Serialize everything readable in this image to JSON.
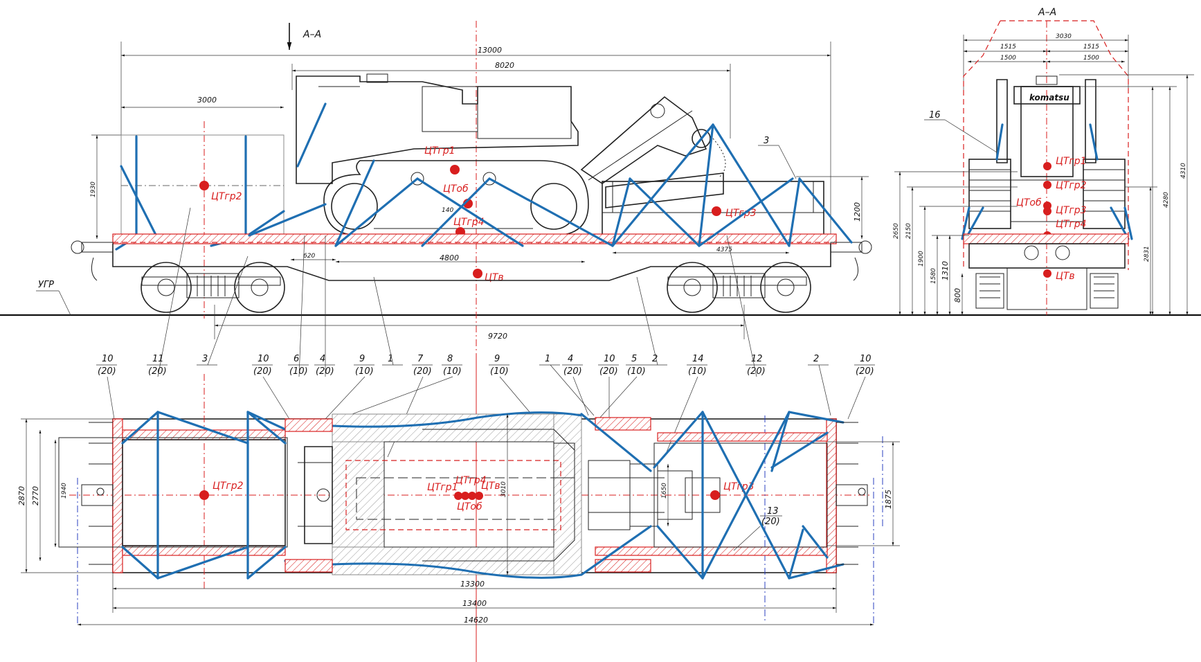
{
  "view_title": "А–А",
  "section_title": "А–А",
  "ground_label": "УГР",
  "brand": "komatsu",
  "centers_of_gravity": {
    "load1": "ЦТгр1",
    "load2": "ЦТгр2",
    "load3": "ЦТгр3",
    "load4": "ЦТгр4",
    "common": "ЦТоб",
    "wagon": "ЦТв"
  },
  "side_view_dims": {
    "overall": "13000",
    "load_length": "8020",
    "left_block": "3000",
    "left_height": "1930",
    "right_height": "1200",
    "offset_620": "620",
    "tracks": "4800",
    "right_4375": "4375",
    "cg_140": "140",
    "base_9720": "9720"
  },
  "section_dims": {
    "top_3030": "3030",
    "half_1515_left": "1515",
    "half_1515_right": "1515",
    "half_1500_left": "1500",
    "half_1500_right": "1500",
    "h2650": "2650",
    "h2150": "2150",
    "h1900": "1900",
    "h1580": "1580",
    "h1310": "1310",
    "h800": "800",
    "h2831": "2831",
    "h4280": "4280",
    "h4310": "4310"
  },
  "plan_dims": {
    "w2870": "2870",
    "w2770": "2770",
    "w1940": "1940",
    "w1875": "1875",
    "w3010": "3010",
    "w1650": "1650",
    "l13300": "13300",
    "l13400": "13400",
    "l14620": "14620"
  },
  "callouts": [
    {
      "num": "10",
      "qty": "(20)"
    },
    {
      "num": "11",
      "qty": "(20)"
    },
    {
      "num": "3",
      "qty": ""
    },
    {
      "num": "10",
      "qty": "(20)"
    },
    {
      "num": "6",
      "qty": "(10)"
    },
    {
      "num": "4",
      "qty": "(20)"
    },
    {
      "num": "9",
      "qty": "(10)"
    },
    {
      "num": "1",
      "qty": ""
    },
    {
      "num": "7",
      "qty": "(20)"
    },
    {
      "num": "8",
      "qty": "(10)"
    },
    {
      "num": "9",
      "qty": "(10)"
    },
    {
      "num": "1",
      "qty": ""
    },
    {
      "num": "4",
      "qty": "(20)"
    },
    {
      "num": "10",
      "qty": "(20)"
    },
    {
      "num": "5",
      "qty": "(10)"
    },
    {
      "num": "2",
      "qty": ""
    },
    {
      "num": "14",
      "qty": "(10)"
    },
    {
      "num": "12",
      "qty": "(20)"
    },
    {
      "num": "2",
      "qty": ""
    },
    {
      "num": "10",
      "qty": "(20)"
    }
  ],
  "side_callouts": {
    "c3": "3",
    "c16": "16"
  },
  "plan_callout_13": {
    "num": "13",
    "qty": "(20)"
  }
}
